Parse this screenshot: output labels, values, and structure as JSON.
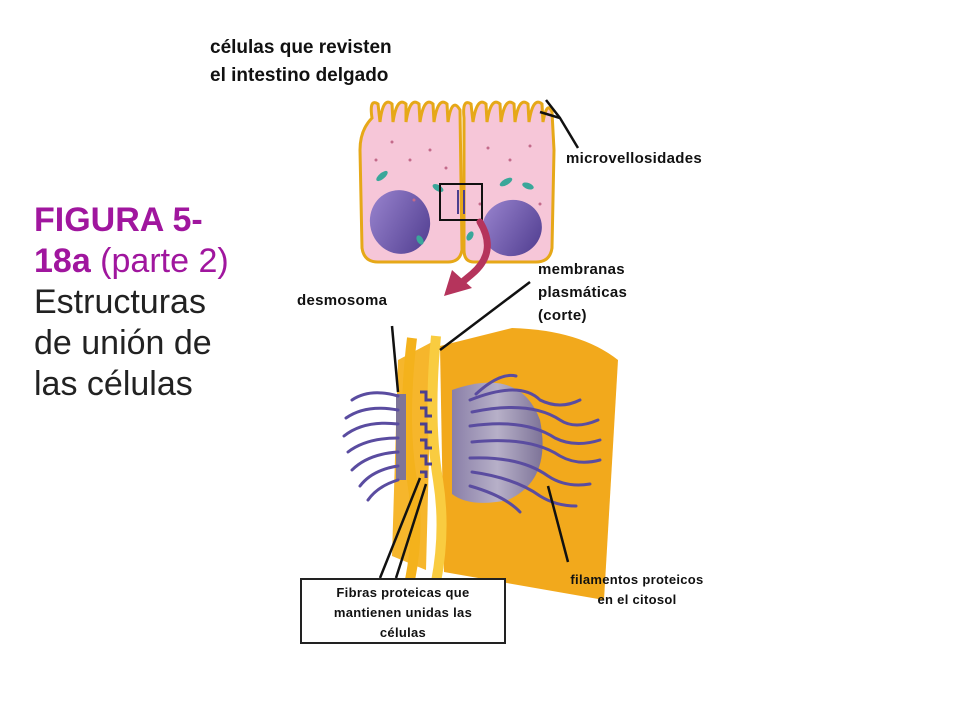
{
  "labels": {
    "top_line1": "células que revisten",
    "top_line2": "el intestino delgado",
    "microvellosidades": "microvellosidades",
    "membranas_line1": "membranas",
    "membranas_line2": "plasmáticas",
    "membranas_line3": "(corte)",
    "desmosoma": "desmosoma",
    "filamentos_line1": "filamentos proteicos",
    "filamentos_line2": "en el citosol",
    "fibras_line1": "Fibras proteicas que",
    "fibras_line2": "mantienen unidas las",
    "fibras_line3": "células"
  },
  "figure_title": {
    "line1": "FIGURA 5-",
    "line2_bold": "18a",
    "line2_rest": " (parte 2)",
    "line3": "Estructuras",
    "line4": "de unión de",
    "line5": "las células"
  },
  "colors": {
    "cell_fill": "#f6c6d8",
    "cell_outline": "#e6a818",
    "nucleus": "#6a53a6",
    "title_accent": "#a0169e",
    "membrane": "#f4b21c",
    "arrow": "#b5345c",
    "fibers": "#5a4ca0"
  }
}
